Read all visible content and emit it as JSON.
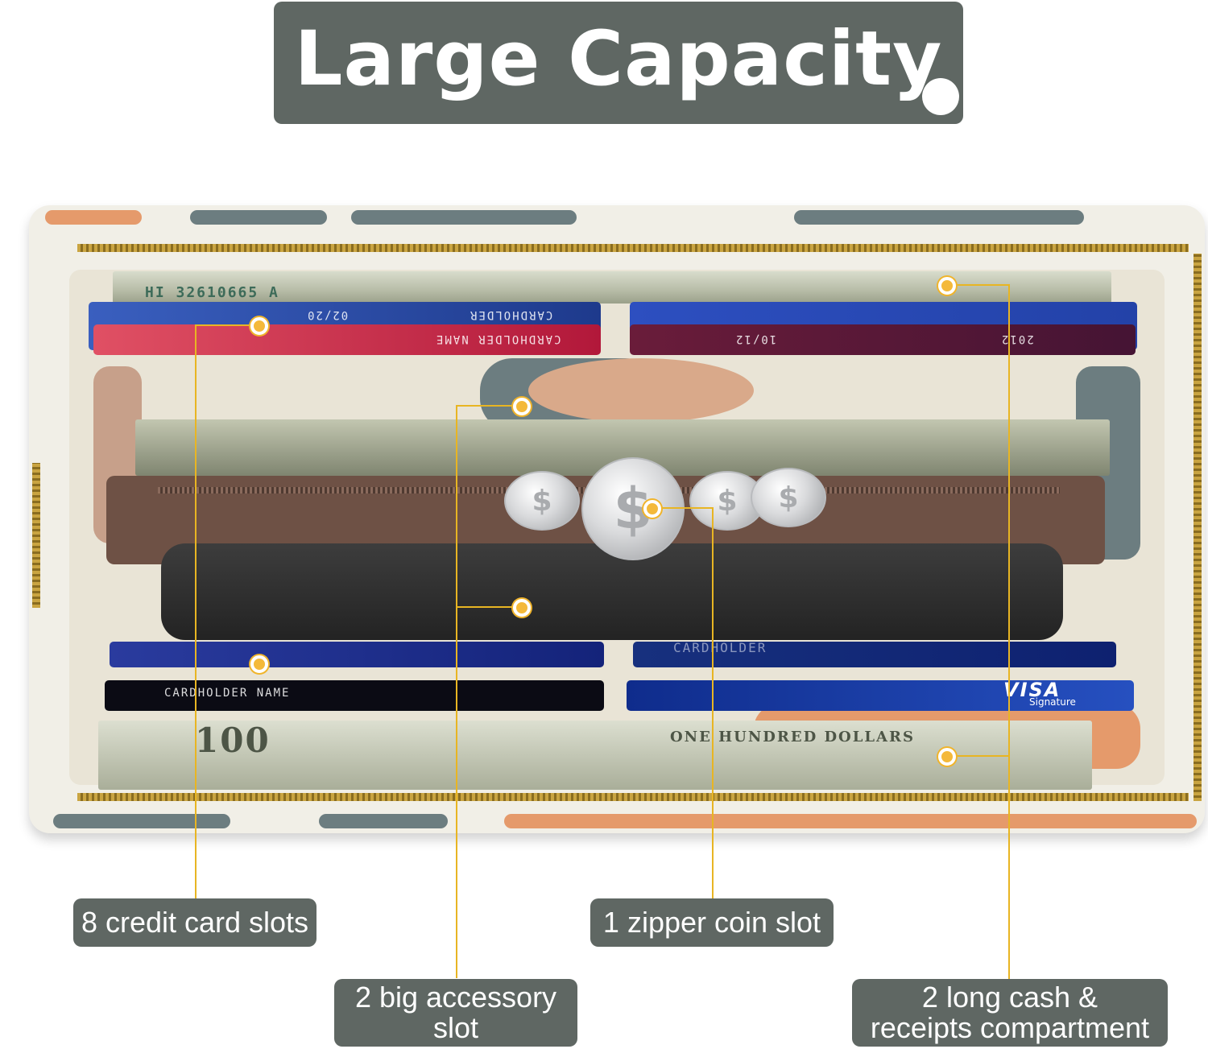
{
  "title": "Large Capacity",
  "labels": {
    "credit_cards": "8 credit card slots",
    "accessory_line1": "2 big accessory",
    "accessory_line2": "slot",
    "coin": "1 zipper coin slot",
    "cash_line1": "2 long cash &",
    "cash_line2": "receipts compartment"
  },
  "wallet_prints": {
    "bill_serial": "HI 32610665 A",
    "bill_denomination": "100",
    "bill_bottom_text": "ONE HUNDRED DOLLARS",
    "card_holder_flipped": "CARDHOLDER",
    "card_name_flipped": "CARDHOLDER NAME",
    "card_date_1": "02/20",
    "card_date_2": "10/12",
    "card_date_3": "2012",
    "card_lower_name": "CARDHOLDER NAME",
    "card_lower_holder": "CARDHOLDER",
    "card_visa": "VISA",
    "card_visa_sub": "Signature",
    "coin_symbol": "$"
  },
  "colors": {
    "banner": "#5f6763",
    "callout": "#e8b523",
    "zipper": "#c9a441"
  }
}
